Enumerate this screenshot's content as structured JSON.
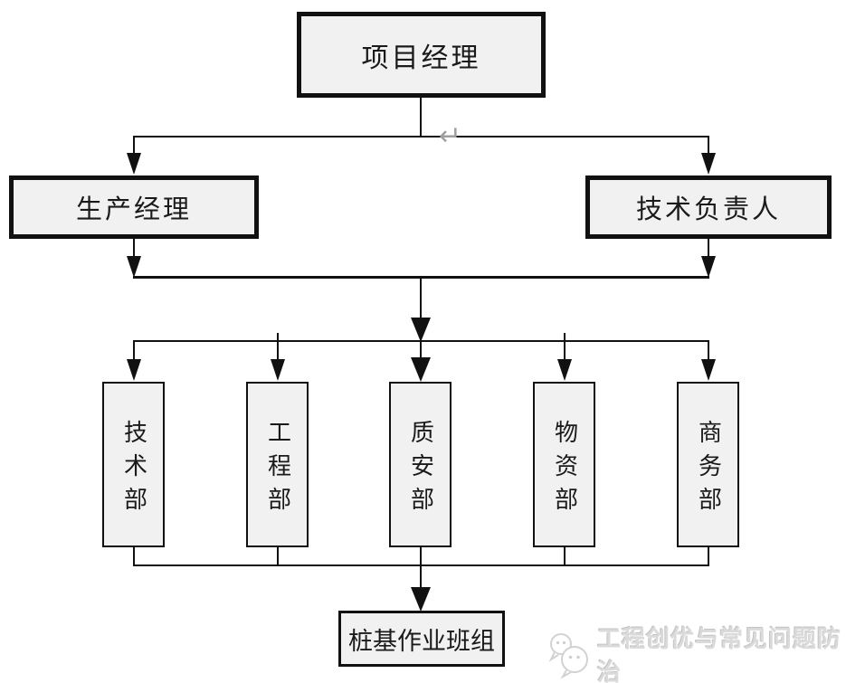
{
  "nodes": {
    "top": {
      "label": "项目经理"
    },
    "left": {
      "label": "生产经理"
    },
    "right": {
      "label": "技术负责人"
    },
    "departments": [
      {
        "label": "技术部"
      },
      {
        "label": "工程部"
      },
      {
        "label": "质安部"
      },
      {
        "label": "物资部"
      },
      {
        "label": "商务部"
      }
    ],
    "bottom": {
      "label": "桩基作业班组"
    }
  },
  "glyphs": {
    "return_mark": "↵"
  },
  "watermark": {
    "logo": "chat-bubbles-logo-icon",
    "text": "工程创优与常见问题防治"
  },
  "colors": {
    "background": "#ffffff",
    "box_fill": "#f1f1f1",
    "line": "#111111",
    "return_mark": "#9e9e9e",
    "watermark_text": "#dadada"
  }
}
